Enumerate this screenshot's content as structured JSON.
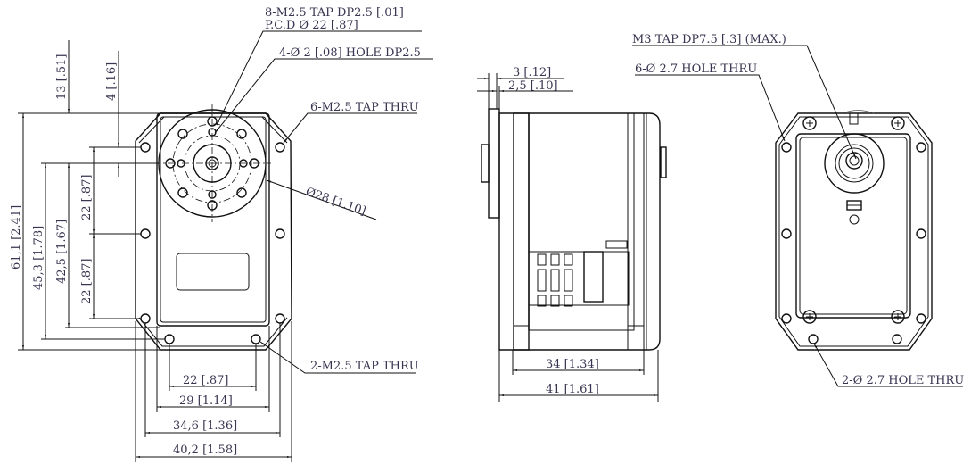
{
  "front_view": {
    "callouts": {
      "tap_8": "8-M2.5 TAP DP2.5 [.01]",
      "pcd": "P.C.D Ø 22 [.87]",
      "hole_4": "4-Ø 2 [.08] HOLE DP2.5",
      "tap_6": "6-M2.5 TAP THRU",
      "horn_dia": "Ø28  [1.10]",
      "tap_2": "2-M2.5 TAP THRU"
    },
    "vertical_dims": {
      "d13": "13  [.51]",
      "d4": "4  [.16]",
      "d61": "61,1  [2.41]",
      "d45": "45,3  [1.78]",
      "d42": "42,5  [1.67]",
      "d22a": "22  [.87]",
      "d22b": "22  [.87]"
    },
    "horizontal_dims": {
      "d22": "22  [.87]",
      "d29": "29  [1.14]",
      "d34": "34,6  [1.36]",
      "d40": "40,2  [1.58]"
    }
  },
  "side_view": {
    "d3": "3  [.12]",
    "d25": "2,5  [.10]",
    "d34": "34  [1.34]",
    "d41": "41  [1.61]"
  },
  "back_view": {
    "m3": "M3 TAP DP7.5 [.3] (MAX.)",
    "hole_6": "6-Ø 2.7 HOLE THRU",
    "hole_2": "2-Ø 2.7 HOLE THRU"
  }
}
